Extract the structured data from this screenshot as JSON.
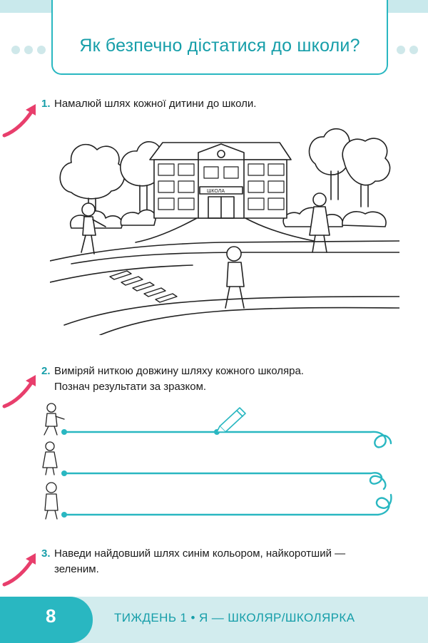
{
  "header": {
    "title": "Як безпечно дістатися до школи?"
  },
  "tasks": [
    {
      "num": "1.",
      "text": "Намалюй шлях кожної дитини до школи."
    },
    {
      "num": "2.",
      "line1": "Виміряй ниткою довжину шляху кожного школяра.",
      "line2": "Познач результати за зразком."
    },
    {
      "num": "3.",
      "line1": "Наведи найдовший шлях синім кольором, найкоротший —",
      "line2": "зеленим."
    }
  ],
  "school_sign": "ШКОЛА",
  "footer": {
    "page": "8",
    "week": "ТИЖДЕНЬ 1 • Я — ШКОЛЯР/ШКОЛЯРКА"
  },
  "colors": {
    "accent": "#29b7c1",
    "accent_dark": "#169ea9",
    "arrow": "#e83e6c",
    "band": "#d2ecee"
  }
}
